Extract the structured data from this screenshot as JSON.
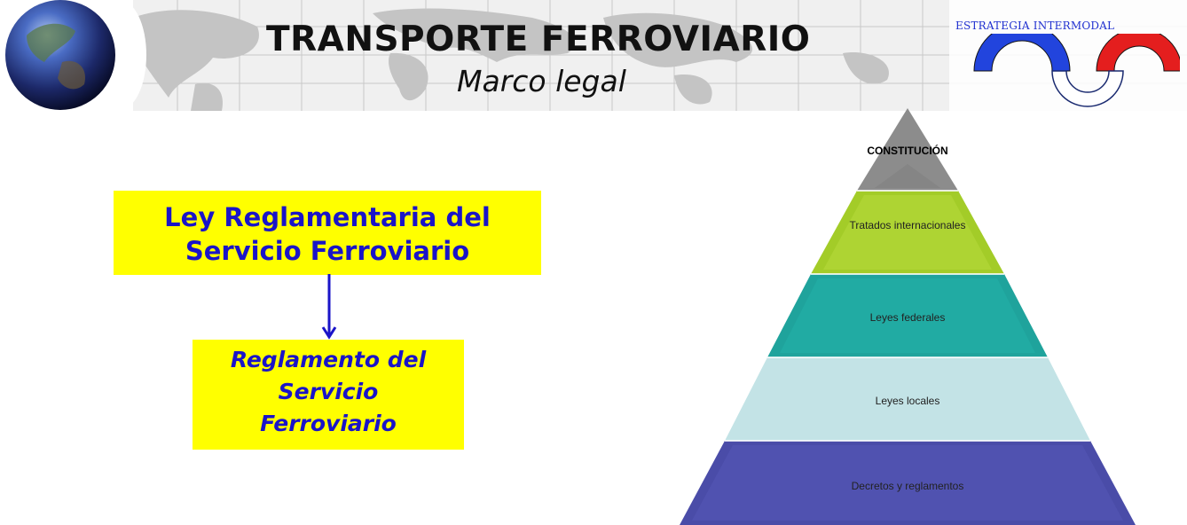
{
  "header": {
    "title": "TRANSPORTE FERROVIARIO",
    "subtitle": "Marco legal",
    "logo_text": "ESTRATEGIA INTERMODAL"
  },
  "flow": {
    "law": "Ley Reglamentaria del Servicio Ferroviario",
    "regulation": "Reglamento del Servicio Ferroviario"
  },
  "pyramid": {
    "levels": [
      {
        "label": "CONSTITUCIÓN",
        "color": "#8c8c8c"
      },
      {
        "label": "Tratados internacionales",
        "color": "#a3cc28"
      },
      {
        "label": "Leyes federales",
        "color": "#1fa39c"
      },
      {
        "label": "Leyes locales",
        "color": "#c3e3e6"
      },
      {
        "label": "Decretos y reglamentos",
        "color": "#4a4ca8"
      }
    ]
  },
  "colors": {
    "box_fill": "#ffff00",
    "box_text": "#1a14c8",
    "arrow": "#1a14c8"
  }
}
